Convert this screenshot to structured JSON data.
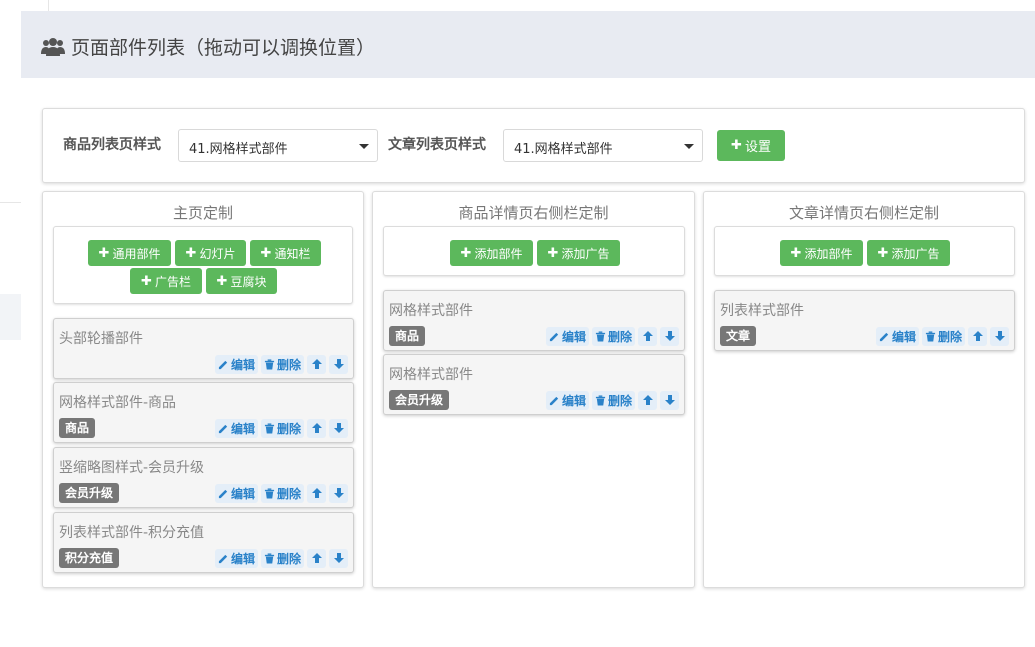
{
  "header": {
    "title": "页面部件列表（拖动可以调换位置）"
  },
  "style_bar": {
    "product_label": "商品列表页样式",
    "product_value": "41.网格样式部件",
    "article_label": "文章列表页样式",
    "article_value": "41.网格样式部件",
    "settings_label": "设置"
  },
  "columns": [
    {
      "title": "主页定制",
      "tools": [
        "通用部件",
        "幻灯片",
        "通知栏",
        "广告栏",
        "豆腐块"
      ],
      "cards": [
        {
          "title": "头部轮播部件",
          "tag": ""
        },
        {
          "title": "网格样式部件-商品",
          "tag": "商品"
        },
        {
          "title": "竖缩略图样式-会员升级",
          "tag": "会员升级"
        },
        {
          "title": "列表样式部件-积分充值",
          "tag": "积分充值"
        }
      ]
    },
    {
      "title": "商品详情页右侧栏定制",
      "tools": [
        "添加部件",
        "添加广告"
      ],
      "cards": [
        {
          "title": "网格样式部件",
          "tag": "商品"
        },
        {
          "title": "网格样式部件",
          "tag": "会员升级"
        }
      ]
    },
    {
      "title": "文章详情页右侧栏定制",
      "tools": [
        "添加部件",
        "添加广告"
      ],
      "cards": [
        {
          "title": "列表样式部件",
          "tag": "文章"
        }
      ]
    }
  ],
  "actions": {
    "edit": "编辑",
    "delete": "删除"
  },
  "colors": {
    "green": "#5cb85c",
    "header_bg": "#e8ebf2",
    "tag_bg": "#777777",
    "action_blue": "#2a82c9"
  }
}
